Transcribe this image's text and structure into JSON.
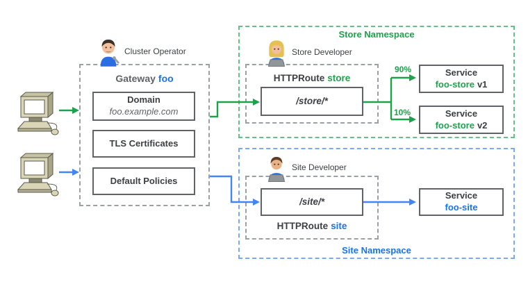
{
  "personas": {
    "cluster_operator": {
      "label": "Cluster Operator"
    },
    "store_developer": {
      "label": "Store Developer"
    },
    "site_developer": {
      "label": "Site Developer"
    }
  },
  "gateway": {
    "title_prefix": "Gateway",
    "title_name": "foo",
    "cards": [
      {
        "title": "Domain",
        "subtitle": "foo.example.com"
      },
      {
        "title": "TLS Certificates"
      },
      {
        "title": "Default Policies"
      }
    ]
  },
  "store_namespace": {
    "label": "Store Namespace",
    "httproute": {
      "prefix": "HTTPRoute",
      "name": "store",
      "path": "/store/*"
    },
    "services": [
      {
        "title": "Service",
        "name": "foo-store",
        "version": "v1",
        "weight": "90%"
      },
      {
        "title": "Service",
        "name": "foo-store",
        "version": "v2",
        "weight": "10%"
      }
    ]
  },
  "site_namespace": {
    "label": "Site Namespace",
    "httproute": {
      "prefix": "HTTPRoute",
      "name": "site",
      "path": "/site/*"
    },
    "service": {
      "title": "Service",
      "name": "foo-site"
    }
  },
  "icons": {
    "client": "desktop-computer-icon",
    "cluster_operator": "man-mechanic-icon",
    "store_developer": "woman-technologist-icon",
    "site_developer": "man-technologist-icon"
  },
  "colors": {
    "green": "#1ea14b",
    "green_border": "#62c189",
    "blue": "#1a73e8",
    "blue_arrow": "#4285f4",
    "blue_border": "#78a9f9",
    "text_dark": "#3c4043",
    "text_mid": "#5f6368",
    "border_solid": "#5f6368",
    "border_dashed": "#9aa0a6"
  }
}
